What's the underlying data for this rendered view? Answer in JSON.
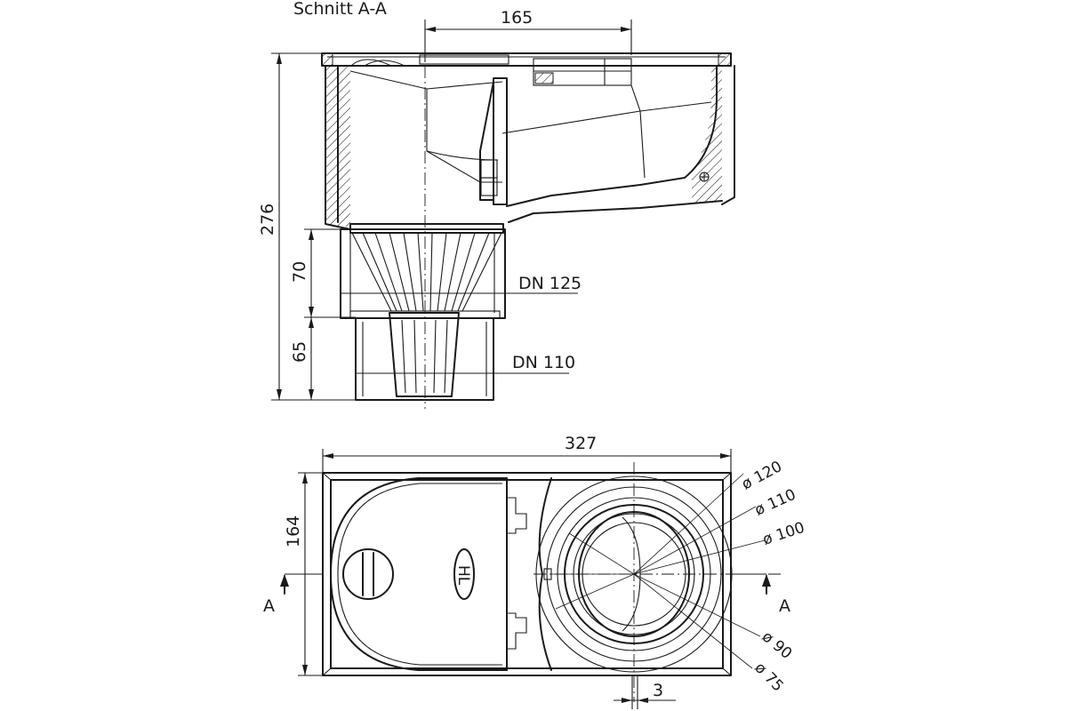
{
  "section": {
    "title": "Schnitt  A-A",
    "dim_width": "165",
    "dim_height_total": "276",
    "dim_height_middle": "70",
    "dim_height_bottom": "65",
    "label_dn125": "DN 125",
    "label_dn110": "DN 110"
  },
  "plan": {
    "dim_width": "327",
    "dim_height": "164",
    "dim_offset": "3",
    "section_mark_left": "A",
    "section_mark_right": "A",
    "logo_text": "HL",
    "diameters": [
      "ø 120",
      "ø 110",
      "ø 100",
      "ø 90",
      "ø 75"
    ]
  }
}
